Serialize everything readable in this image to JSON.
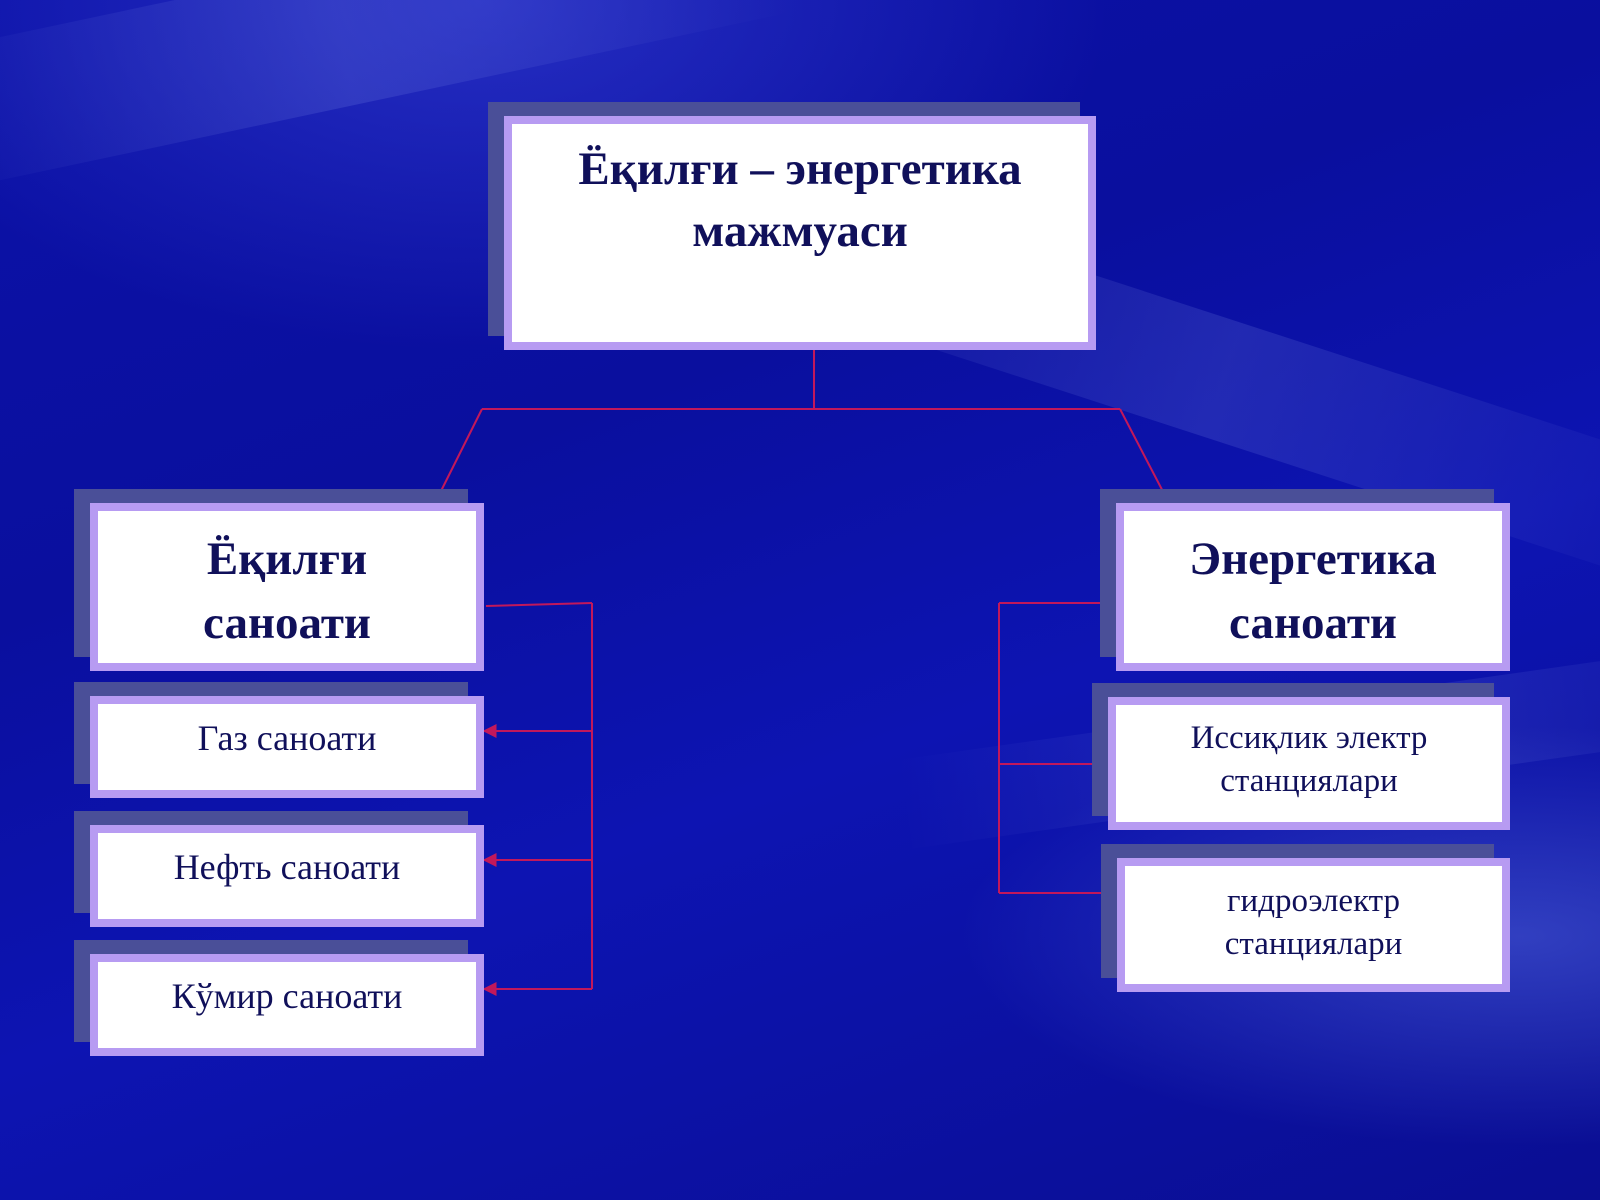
{
  "root": {
    "line1": "Ёқилғи – энергетика",
    "line2": "мажмуаси"
  },
  "left_branch": {
    "title_line1": "Ёқилғи",
    "title_line2": "саноати",
    "items": [
      "Газ саноати",
      "Нефть саноати",
      "Кўмир саноати"
    ]
  },
  "right_branch": {
    "title_line1": "Энергетика",
    "title_line2": "саноати",
    "items": [
      {
        "line1": "Иссиқлик электр",
        "line2": "станциялари"
      },
      {
        "line1": "гидроэлектр",
        "line2": "станциялари"
      }
    ]
  },
  "colors": {
    "connector": "#c2185b",
    "box_border": "#b79bf2",
    "box_text": "#10105a",
    "box_shadow": "#4a4f98",
    "background": "#0b10a0"
  }
}
